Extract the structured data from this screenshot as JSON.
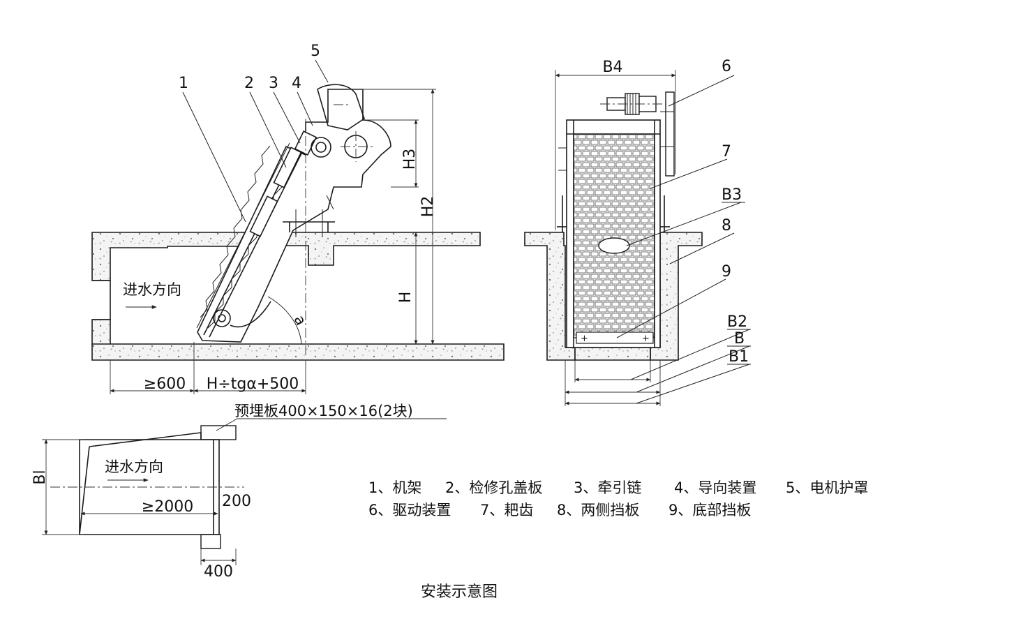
{
  "callouts": {
    "n1": "1",
    "n2": "2",
    "n3": "3",
    "n4": "4",
    "n5": "5",
    "n6": "6",
    "n7": "7",
    "n8": "8",
    "n9": "9"
  },
  "dimensions": {
    "h3": "H3",
    "h2": "H2",
    "h": "H",
    "alpha": "a",
    "b4": "B4",
    "b3": "B3",
    "b2": "B2",
    "b": "B",
    "b1": "B1",
    "min_600": "≥600",
    "slope_length": "H÷tgα+500",
    "embedded_plate": "预埋板400×150×16(2块)",
    "plan_b1": "Bl",
    "min_2000": "≥2000",
    "d200": "200",
    "d400": "400"
  },
  "flow_direction": {
    "side_view": "进水方向",
    "plan_view": "进水方向"
  },
  "legend": {
    "row1": [
      "1、机架",
      "2、检修孔盖板",
      "3、牵引链",
      "4、导向装置",
      "5、电机护罩"
    ],
    "row2": [
      "6、驱动装置",
      "7、耙齿",
      "8、两侧挡板",
      "9、底部挡板"
    ]
  },
  "caption": "安装示意图"
}
